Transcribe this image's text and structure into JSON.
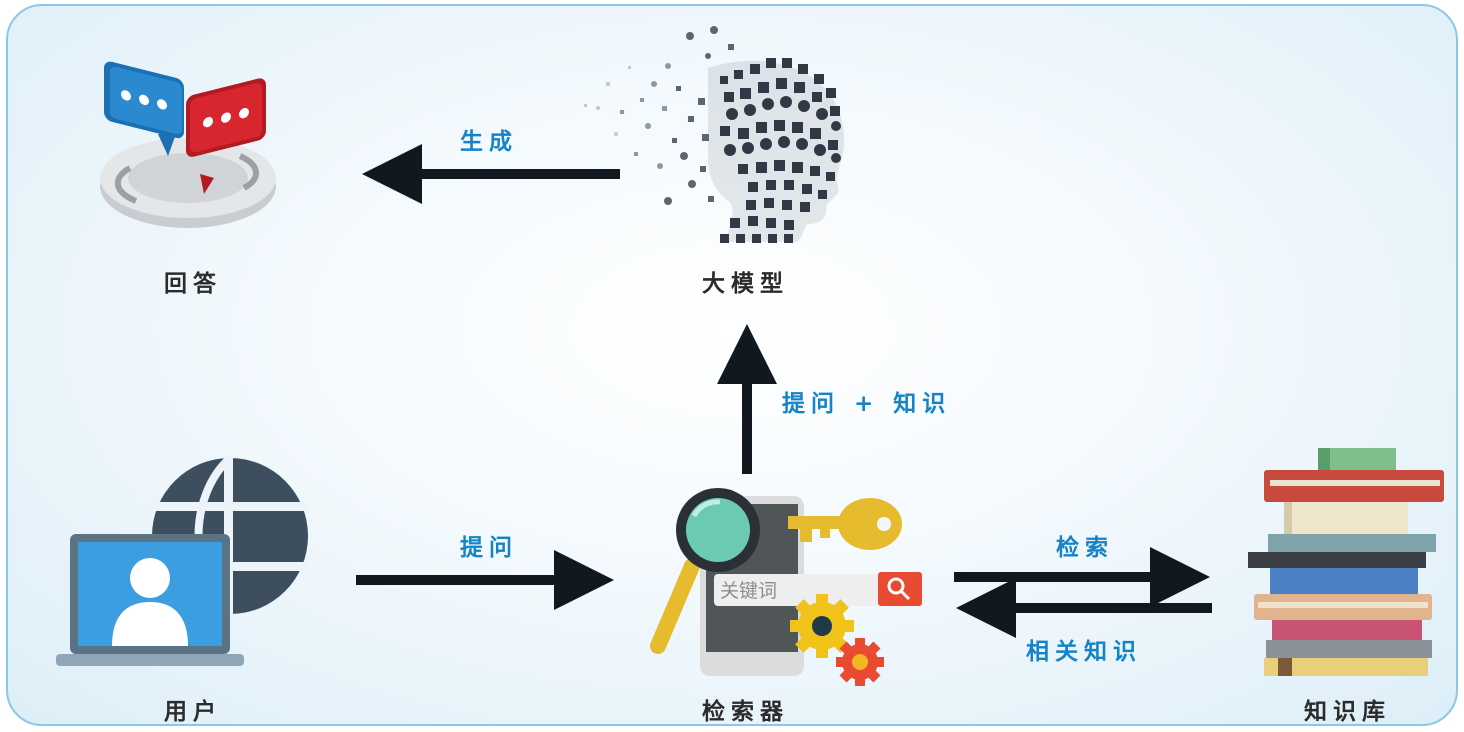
{
  "nodes": {
    "answer": "回答",
    "llm": "大模型",
    "user": "用户",
    "retriever": "检索器",
    "kb": "知识库"
  },
  "edges": {
    "generate": "生成",
    "question_knowledge": "提问 + 知识",
    "question": "提问",
    "search": "检索",
    "related": "相关知识"
  },
  "search_box": {
    "keyword": "关键词"
  },
  "colors": {
    "edge_label": "#1683c9",
    "node_label": "#2b2b2b",
    "arrow": "#111820",
    "frame_border": "#8ec7e6"
  },
  "icons": [
    "chat-bubbles-icon",
    "ai-head-icon",
    "laptop-user-icon",
    "globe-icon",
    "magnifier-icon",
    "key-icon",
    "gear-icon",
    "book-stack-icon"
  ]
}
